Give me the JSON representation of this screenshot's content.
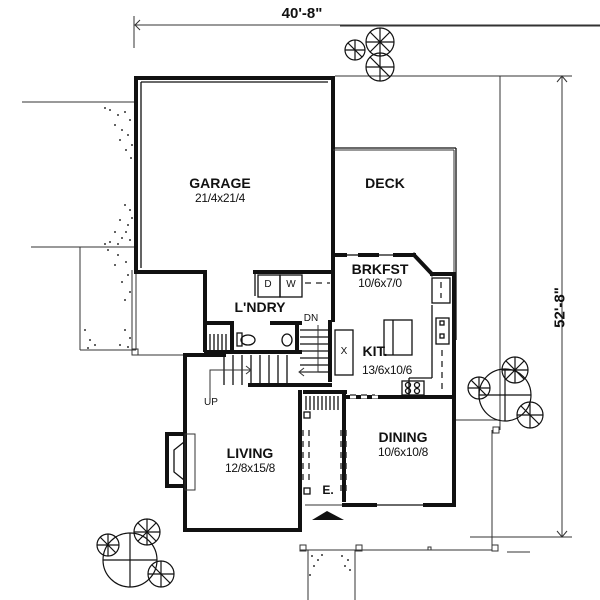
{
  "plan": {
    "overall_width": "40'-8\"",
    "overall_depth": "52'-8\"",
    "rooms": {
      "garage": {
        "name": "GARAGE",
        "size": "21/4x21/4"
      },
      "deck": {
        "name": "DECK"
      },
      "breakfast": {
        "name": "BRKFST",
        "size": "10/6x7/0"
      },
      "laundry": {
        "name": "L'NDRY"
      },
      "kitchen": {
        "name": "KIT.",
        "size": "13/6x10/6"
      },
      "living": {
        "name": "LIVING",
        "size": "12/8x15/8"
      },
      "dining": {
        "name": "DINING",
        "size": "10/6x10/8"
      },
      "entry": {
        "name": "E."
      }
    },
    "annotations": {
      "stairs_down": "DN",
      "stairs_up": "UP",
      "dryer": "D",
      "washer": "W",
      "pantry_mark": "X"
    },
    "colors": {
      "line": "#111111",
      "background": "#ffffff"
    }
  }
}
